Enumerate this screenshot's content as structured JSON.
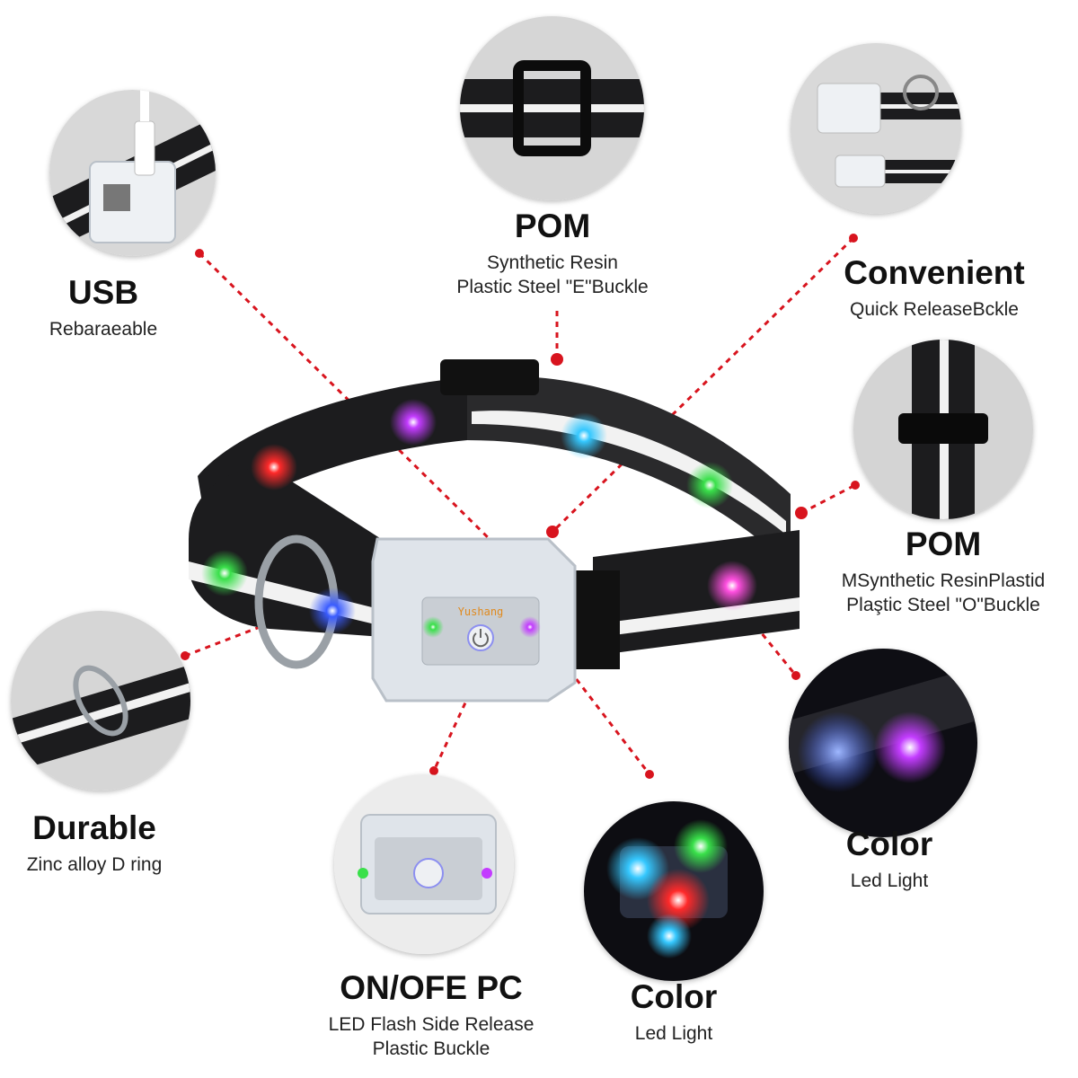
{
  "colors": {
    "leader": "#d8141e",
    "strap": "#1c1c1e",
    "stripe": "#f2f2f2",
    "buckle": "#dfe4ea",
    "led_red": "#ff2a2a",
    "led_purple": "#c33cff",
    "led_blue": "#3a5cff",
    "led_green": "#39e04a",
    "led_cyan": "#35c8ff",
    "led_pink": "#ff4fe0"
  },
  "product": {
    "brand_mark": "Yushang",
    "power_icon": "power-icon"
  },
  "features": {
    "usb": {
      "title": "USB",
      "lines": [
        "Rebaraeable"
      ]
    },
    "pom_top": {
      "title": "POM",
      "lines": [
        "Synthetic Resin",
        "Plastic Steel \"E\"Buckle"
      ]
    },
    "convenient": {
      "title": "Convenient",
      "lines": [
        "Quick ReleaseBckle"
      ]
    },
    "pom_right": {
      "title": "POM",
      "lines": [
        "MSynthetic ResinPlastid",
        "Plaştic Steel \"O\"Buckle"
      ]
    },
    "durable": {
      "title": "Durable",
      "lines": [
        "Zinc alloy D ring"
      ]
    },
    "onoff": {
      "title": "ON/OFE PC",
      "lines": [
        "LED Flash Side Release",
        "Plastic Buckle"
      ]
    },
    "color_bottom": {
      "title": "Color",
      "lines": [
        "Led Light"
      ]
    },
    "color_right": {
      "title": "Color",
      "lines": [
        "Led Light"
      ]
    }
  }
}
